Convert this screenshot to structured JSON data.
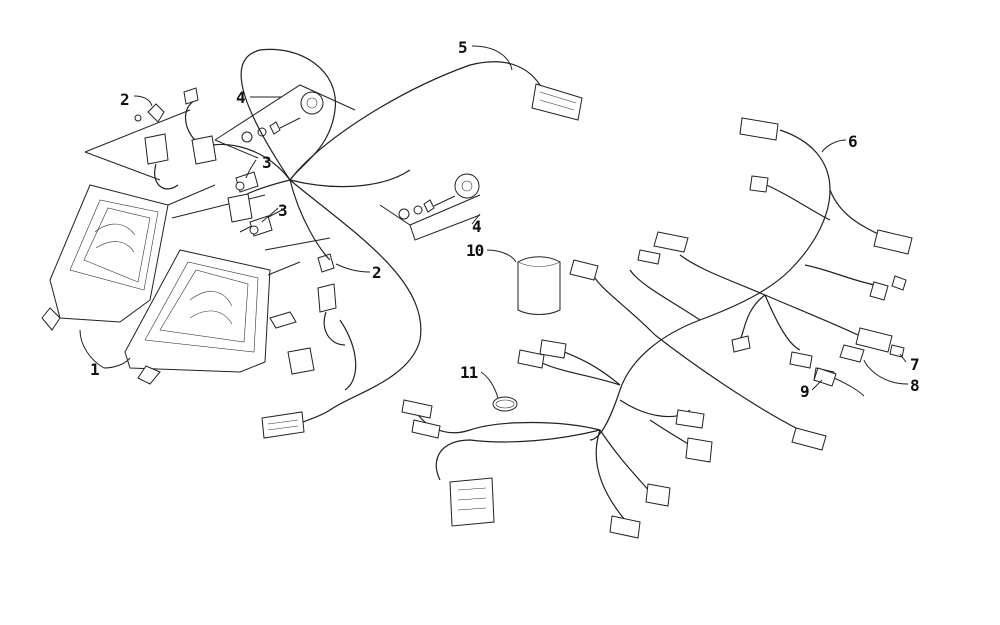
{
  "diagram": {
    "callouts": {
      "c1": "1",
      "c2a": "2",
      "c2b": "2",
      "c3a": "3",
      "c3b": "3",
      "c4a": "4",
      "c4b": "4",
      "c5": "5",
      "c6": "6",
      "c7": "7",
      "c8": "8",
      "c9": "9",
      "c10": "10",
      "c11": "11"
    }
  }
}
